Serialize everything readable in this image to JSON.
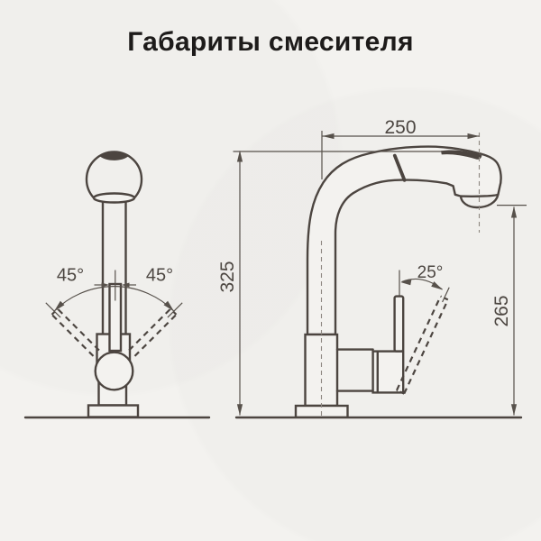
{
  "title": "Габариты смесителя",
  "views": {
    "front": {
      "description": "front view of mixer with handle rotation range",
      "rotation_left": "45°",
      "rotation_right": "45°"
    },
    "side": {
      "description": "side view of mixer with overall dimensions in mm",
      "spout_reach": "250",
      "overall_height": "325",
      "spout_outlet_height": "265",
      "handle_tilt": "25°"
    }
  },
  "colors": {
    "background": "#f3f2ef",
    "object_line": "#4c4540",
    "dimension_line": "#57514b",
    "centerline": "#8d8780",
    "title_text": "#1d1b1a"
  }
}
